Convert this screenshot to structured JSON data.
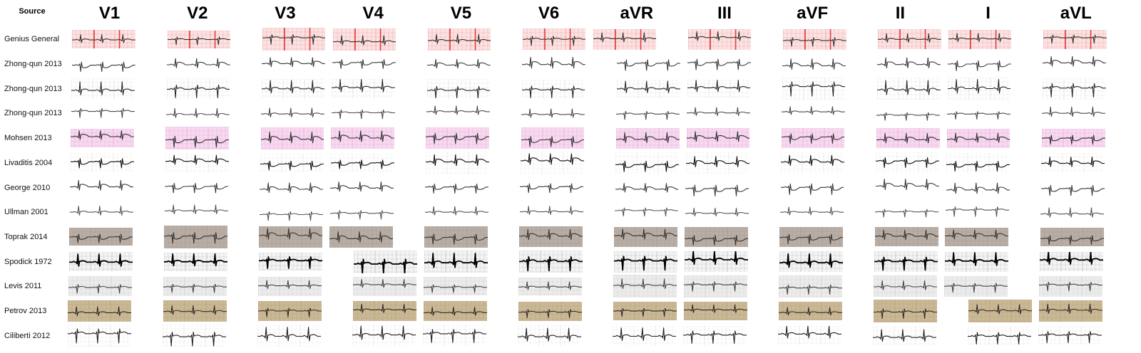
{
  "header": {
    "source_label": "Source",
    "leads": [
      "V1",
      "V2",
      "V3",
      "V4",
      "V5",
      "V6",
      "aVR",
      "III",
      "aVF",
      "II",
      "I",
      "aVL"
    ]
  },
  "rows": [
    {
      "source": "Genius General",
      "bg": "#fbe3e3",
      "grid": "#f19a9a",
      "ink": "#333333",
      "style": "narrow"
    },
    {
      "source": "Zhong-qun 2013",
      "bg": "#ffffff",
      "grid": "",
      "ink": "#3a3a3a",
      "style": "wide"
    },
    {
      "source": "Zhong-qun 2013",
      "bg": "#ffffff",
      "grid": "#dddddd",
      "ink": "#2a2a2a",
      "style": "tall"
    },
    {
      "source": "Zhong-qun 2013",
      "bg": "#ffffff",
      "grid": "",
      "ink": "#4a4a4a",
      "style": "narrow"
    },
    {
      "source": "Mohsen 2013",
      "bg": "#f7d9f0",
      "grid": "#e7a9d6",
      "ink": "#333333",
      "style": "wide"
    },
    {
      "source": "Livaditis 2004",
      "bg": "#ffffff",
      "grid": "#e6e6e6",
      "ink": "#111111",
      "style": "wide"
    },
    {
      "source": "George 2010",
      "bg": "#ffffff",
      "grid": "",
      "ink": "#3a3a3a",
      "style": "wide"
    },
    {
      "source": "Ullman 2001",
      "bg": "#ffffff",
      "grid": "",
      "ink": "#555555",
      "style": "narrow"
    },
    {
      "source": "Toprak 2014",
      "bg": "#b8aea5",
      "grid": "#a49a90",
      "ink": "#3b3530",
      "style": "wide"
    },
    {
      "source": "Spodick 1972",
      "bg": "#f4f4f4",
      "grid": "#bbbbbb",
      "ink": "#000000",
      "style": "tall"
    },
    {
      "source": "Levis 2011",
      "bg": "#ececec",
      "grid": "#cfcfcf",
      "ink": "#444444",
      "style": "narrow"
    },
    {
      "source": "Petrov 2013",
      "bg": "#cbb995",
      "grid": "#b29f7b",
      "ink": "#2e2a24",
      "style": "narrow"
    },
    {
      "source": "Ciliberti 2012",
      "bg": "#ffffff",
      "grid": "#e2e2e2",
      "ink": "#222222",
      "style": "tall"
    }
  ]
}
